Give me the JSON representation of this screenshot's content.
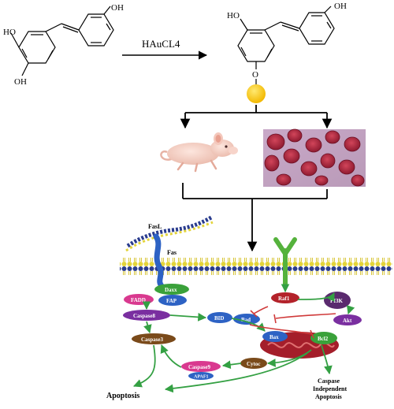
{
  "reaction": {
    "reactant_groups": [
      "OH",
      "HO",
      "OH"
    ],
    "reagent": "HAuCL4",
    "product_groups": [
      "OH",
      "HO",
      "O"
    ]
  },
  "panels": {
    "mouse": "mouse",
    "cells": "cells"
  },
  "pathway": {
    "membrane": {
      "ligand": "FasL",
      "receptor": "Fas"
    },
    "nodes": {
      "daxx": "Daxx",
      "fadd": "FADD",
      "fap": "FAP",
      "raf1": "Raf1",
      "pi3k": "PI3K",
      "bad": "Bad",
      "akt": "Akt",
      "caspase8": "Caspase8",
      "bid": "BID",
      "caspase3": "Caspase3",
      "bax": "Bax",
      "bcl2": "Bcl2",
      "caspase9": "Caspase9",
      "apaf1": "APAF1",
      "cytoc": "Cytoc"
    },
    "outcomes": {
      "apoptosis": "Apoptosis",
      "ci_line1": "Caspase",
      "ci_line2": "Independent",
      "ci_line3": "Apoptosis"
    }
  },
  "colors": {
    "gold": "#f5c400",
    "membrane_yellow": "#e3d43a",
    "membrane_blue": "#2a3c8e",
    "receptor_green": "#55b23c",
    "fadd_pink": "#d9398f",
    "daxx_green": "#3aa13a",
    "blue_node": "#2d62c4",
    "purple_node": "#7a2fa0",
    "brown_node": "#7a4a1a",
    "red_node": "#b3222a",
    "arrow_green": "#34a043",
    "inhibit_red": "#d03a3a",
    "cell_red": "#b5263d"
  }
}
